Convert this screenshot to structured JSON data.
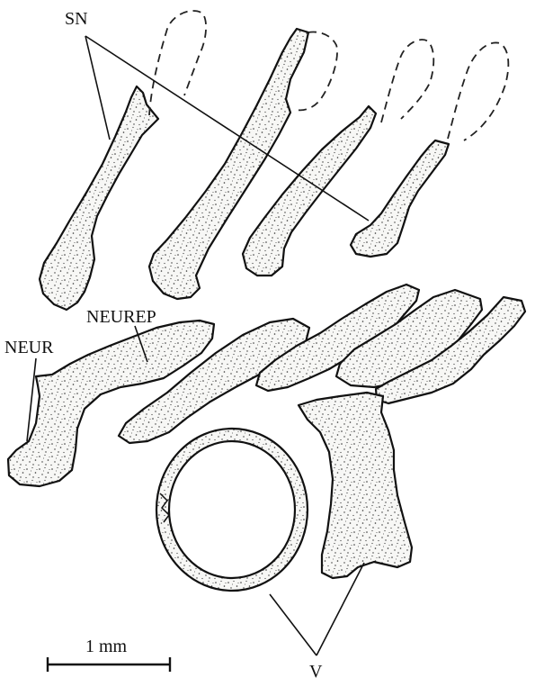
{
  "labels": {
    "spine": "SN",
    "neurapophysis": "NEUREP",
    "neural": "NEUR",
    "vertebra": "V"
  },
  "scale_bar": {
    "label": "1 mm"
  }
}
